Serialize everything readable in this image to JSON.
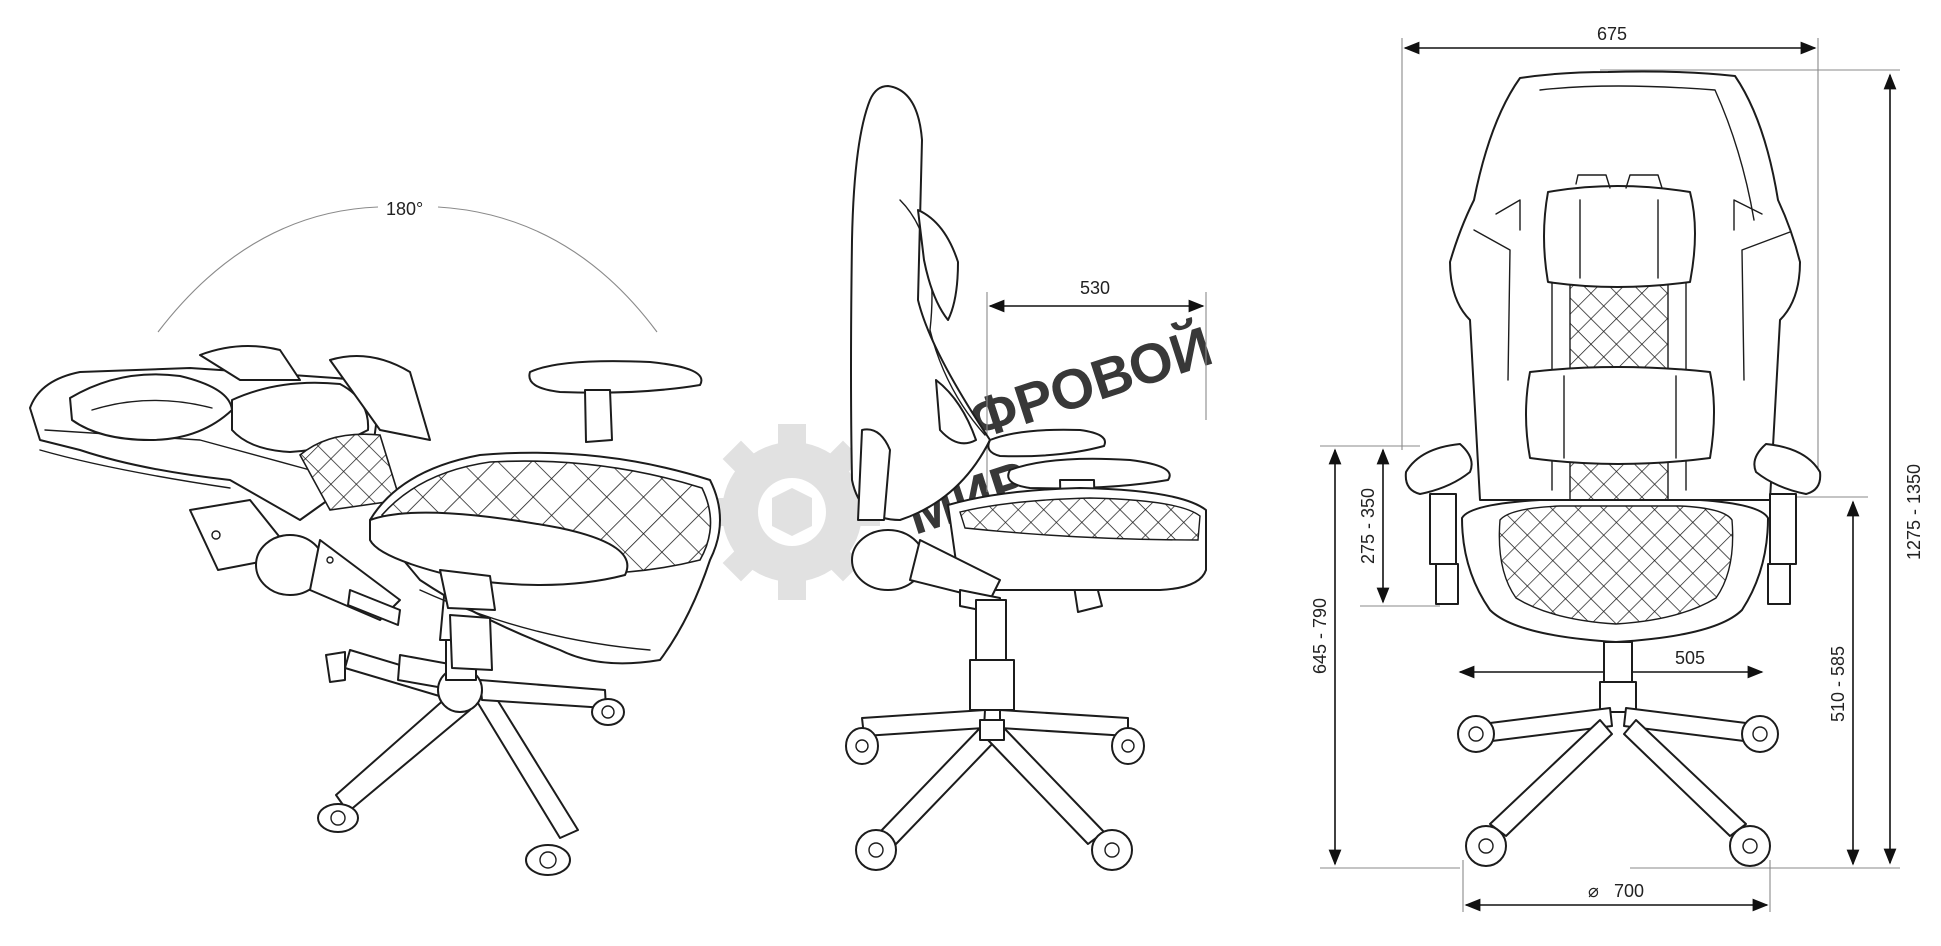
{
  "views": {
    "reclined": {
      "angle_label": "180°"
    },
    "side": {
      "seat_depth_label": "530"
    },
    "front": {
      "overall_width_label": "675",
      "overall_height_label": "1275 - 1350",
      "armrest_height_label": "645 - 790",
      "armrest_adjust_label": "275 - 350",
      "seat_height_label": "510 - 585",
      "seat_width_label": "505",
      "base_diameter_label": "700",
      "diameter_symbol": "⌀"
    }
  },
  "watermark": {
    "line1": "ЦИФРОВОЙ",
    "line2": "МИР"
  },
  "colors": {
    "outline": "#1c1c1c",
    "dimension": "#111111",
    "watermark": "#d9d9d9"
  }
}
